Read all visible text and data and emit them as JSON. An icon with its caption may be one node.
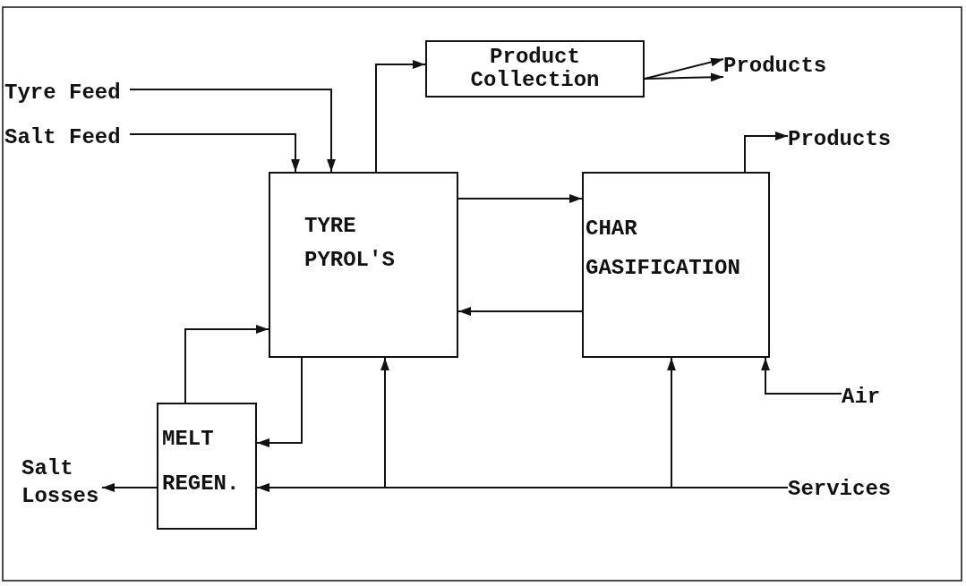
{
  "diagram": {
    "nodes": [
      {
        "text": [
          "Tyre Feed"
        ]
      },
      {
        "text": [
          "Salt Feed"
        ]
      },
      {
        "text": [
          "Product Collection"
        ]
      },
      {
        "text": [
          "Products"
        ]
      },
      {
        "text": [
          "Products"
        ]
      },
      {
        "text": [
          "TYRE PYROL'S"
        ]
      },
      {
        "text": [
          "CHAR GASIFICATION"
        ]
      },
      {
        "text": [
          "MELT REGEN."
        ]
      },
      {
        "text": [
          "Air"
        ]
      },
      {
        "text": [
          "Services"
        ]
      },
      {
        "text": [
          "Salt Losses"
        ]
      }
    ],
    "edges": [
      {
        "from": 0,
        "to": 5,
        "arrow": "to"
      },
      {
        "from": 1,
        "to": 5,
        "arrow": "to"
      },
      {
        "from": 5,
        "to": 2,
        "arrow": "to"
      },
      {
        "from": 2,
        "to": 3,
        "arrow": "to"
      },
      {
        "from": 2,
        "to": 3,
        "arrow": "to"
      },
      {
        "from": 6,
        "to": 4,
        "arrow": "to"
      },
      {
        "from": 5,
        "to": 6,
        "arrow": "to"
      },
      {
        "from": 6,
        "to": 5,
        "arrow": "to"
      },
      {
        "from": 5,
        "to": 7,
        "arrow": "to"
      },
      {
        "from": 7,
        "to": 5,
        "arrow": "to"
      },
      {
        "from": 8,
        "to": 6,
        "arrow": "to"
      },
      {
        "from": 9,
        "to": 7,
        "arrow": "to"
      },
      {
        "from": 9,
        "to": 5,
        "arrow": "to"
      },
      {
        "from": 9,
        "to": 6,
        "arrow": "to"
      },
      {
        "from": 7,
        "to": 10,
        "arrow": "to"
      }
    ]
  }
}
